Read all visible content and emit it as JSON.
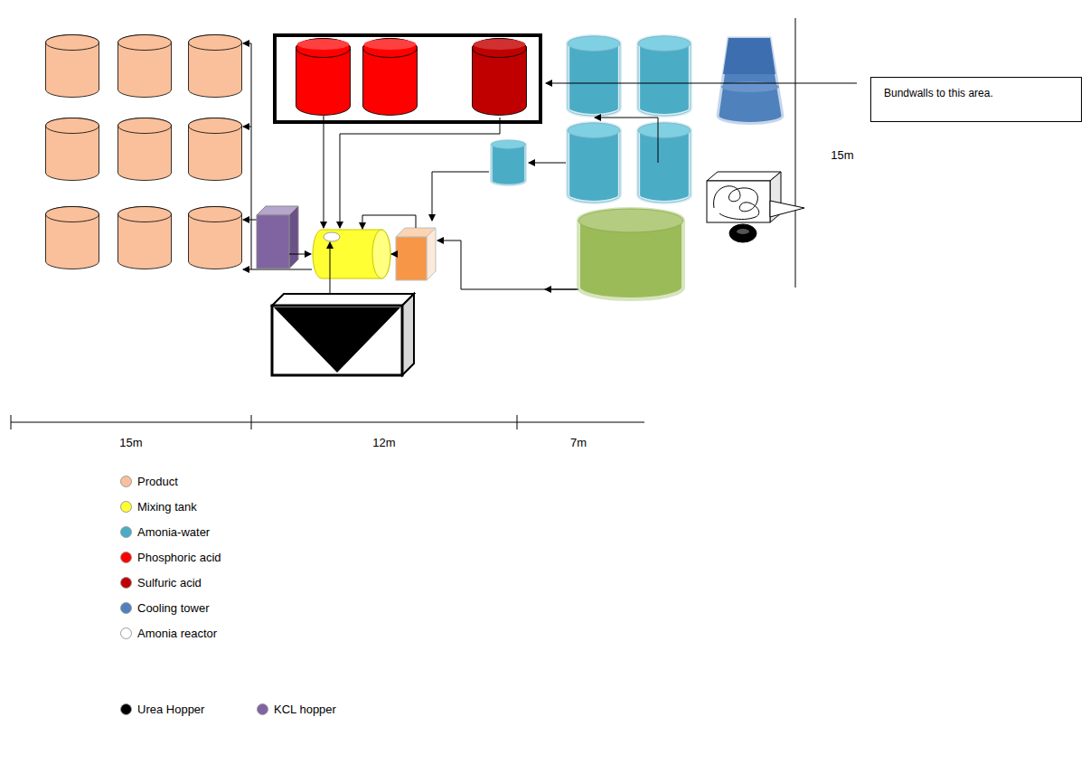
{
  "diagram": {
    "nodes": [
      {
        "text": [
          "Bundwalls to this area."
        ]
      }
    ],
    "labels": [
      "15m",
      "15m",
      "12m",
      "7m"
    ],
    "legend": [
      {
        "text": "Product",
        "color": "#f9c09b"
      },
      {
        "text": "Mixing tank",
        "color": "#ffff33"
      },
      {
        "text": "Amonia-water",
        "color": "#4bacc6"
      },
      {
        "text": "Phosphoric acid",
        "color": "#ff0000"
      },
      {
        "text": "Sulfuric acid",
        "color": "#c00000"
      },
      {
        "text": "Cooling tower",
        "color": "#4f81bd"
      },
      {
        "text": "Amonia reactor",
        "color": "#ffffff"
      },
      {
        "text": "Urea Hopper",
        "color": "#000000"
      },
      {
        "text": "KCL hopper",
        "color": "#8064a2"
      }
    ]
  }
}
